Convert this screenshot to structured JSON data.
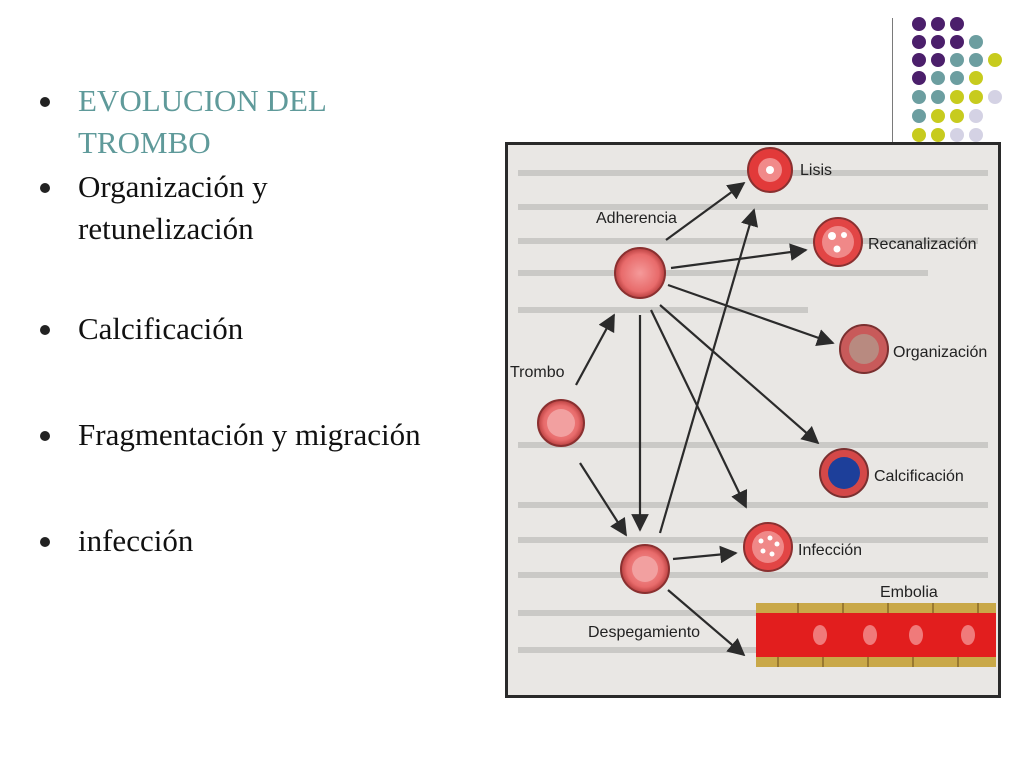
{
  "bullets": [
    {
      "text": "EVOLUCION DEL TROMBO",
      "line1": "EVOLUCION DEL",
      "line2": "TROMBO",
      "style": "title"
    },
    {
      "text": "Organización y retunelización",
      "line1": "Organización y",
      "line2": "retunelización"
    },
    {
      "text": "Calcificación"
    },
    {
      "text": "Fragmentación y migración"
    },
    {
      "text": "infección"
    }
  ],
  "diagram": {
    "labels": {
      "trombo": "Trombo",
      "adherencia": "Adherencia",
      "despegamiento": "Despegamiento",
      "lisis": "Lisis",
      "recanalizacion": "Recanalización",
      "organizacion": "Organización",
      "calcificacion": "Calcificación",
      "infeccion": "Infección",
      "embolia": "Embolia"
    }
  },
  "colors": {
    "title_teal": "#5f9a9a",
    "dot_purple": "#4b1f6b",
    "dot_teal": "#6c9ea0",
    "dot_yellow": "#c7cb1e",
    "dot_lavender": "#d4d2e4",
    "vessel_red": "#e21e1e",
    "calcium_blue": "#1d3f9a"
  }
}
